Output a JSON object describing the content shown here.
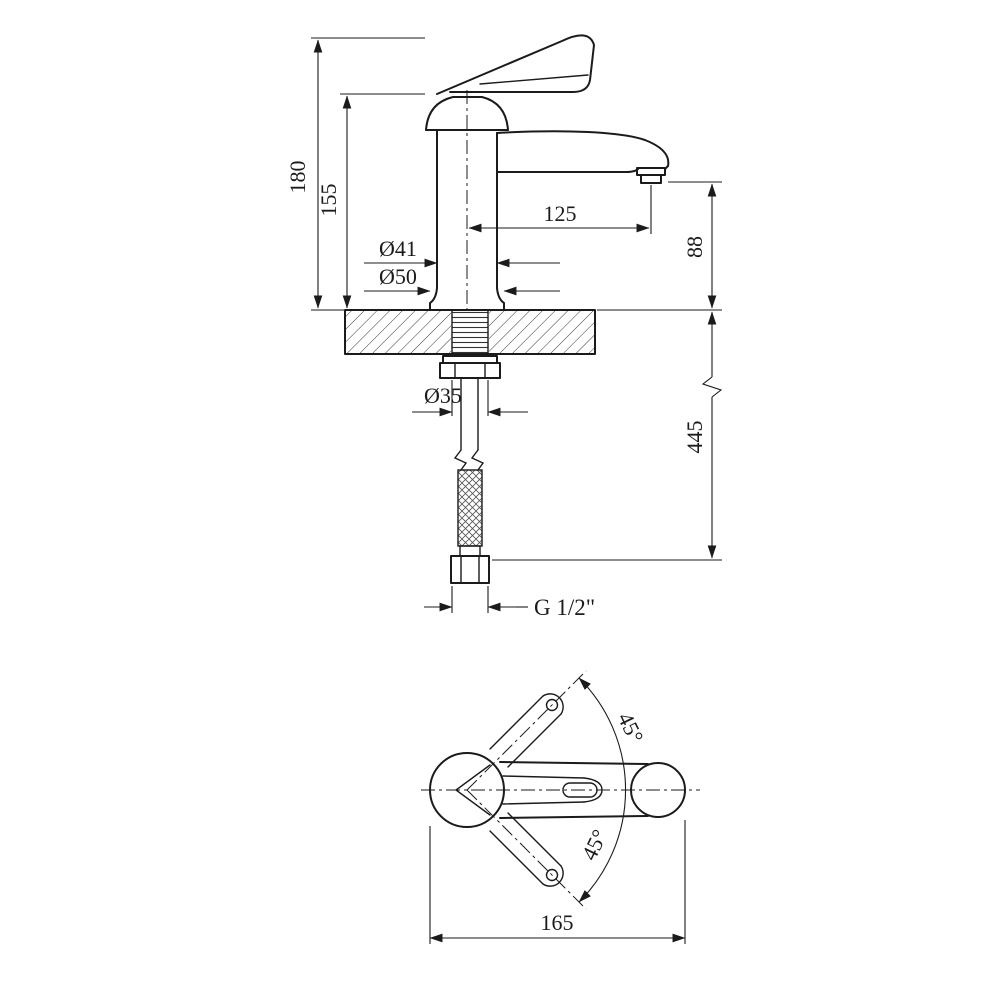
{
  "side_view": {
    "labels": {
      "total_height": "180",
      "body_height": "155",
      "spout_reach": "125",
      "spout_height": "88",
      "body_diameter_top": "Ø41",
      "body_diameter_base": "Ø50",
      "shank_diameter": "Ø35",
      "hose_length": "445",
      "connection_thread": "G 1/2\""
    }
  },
  "top_view": {
    "labels": {
      "overall_length": "165",
      "handle_swing_up": "45°",
      "handle_swing_down": "45°"
    }
  },
  "colors": {
    "line": "#1b1b1b",
    "background": "#ffffff"
  }
}
